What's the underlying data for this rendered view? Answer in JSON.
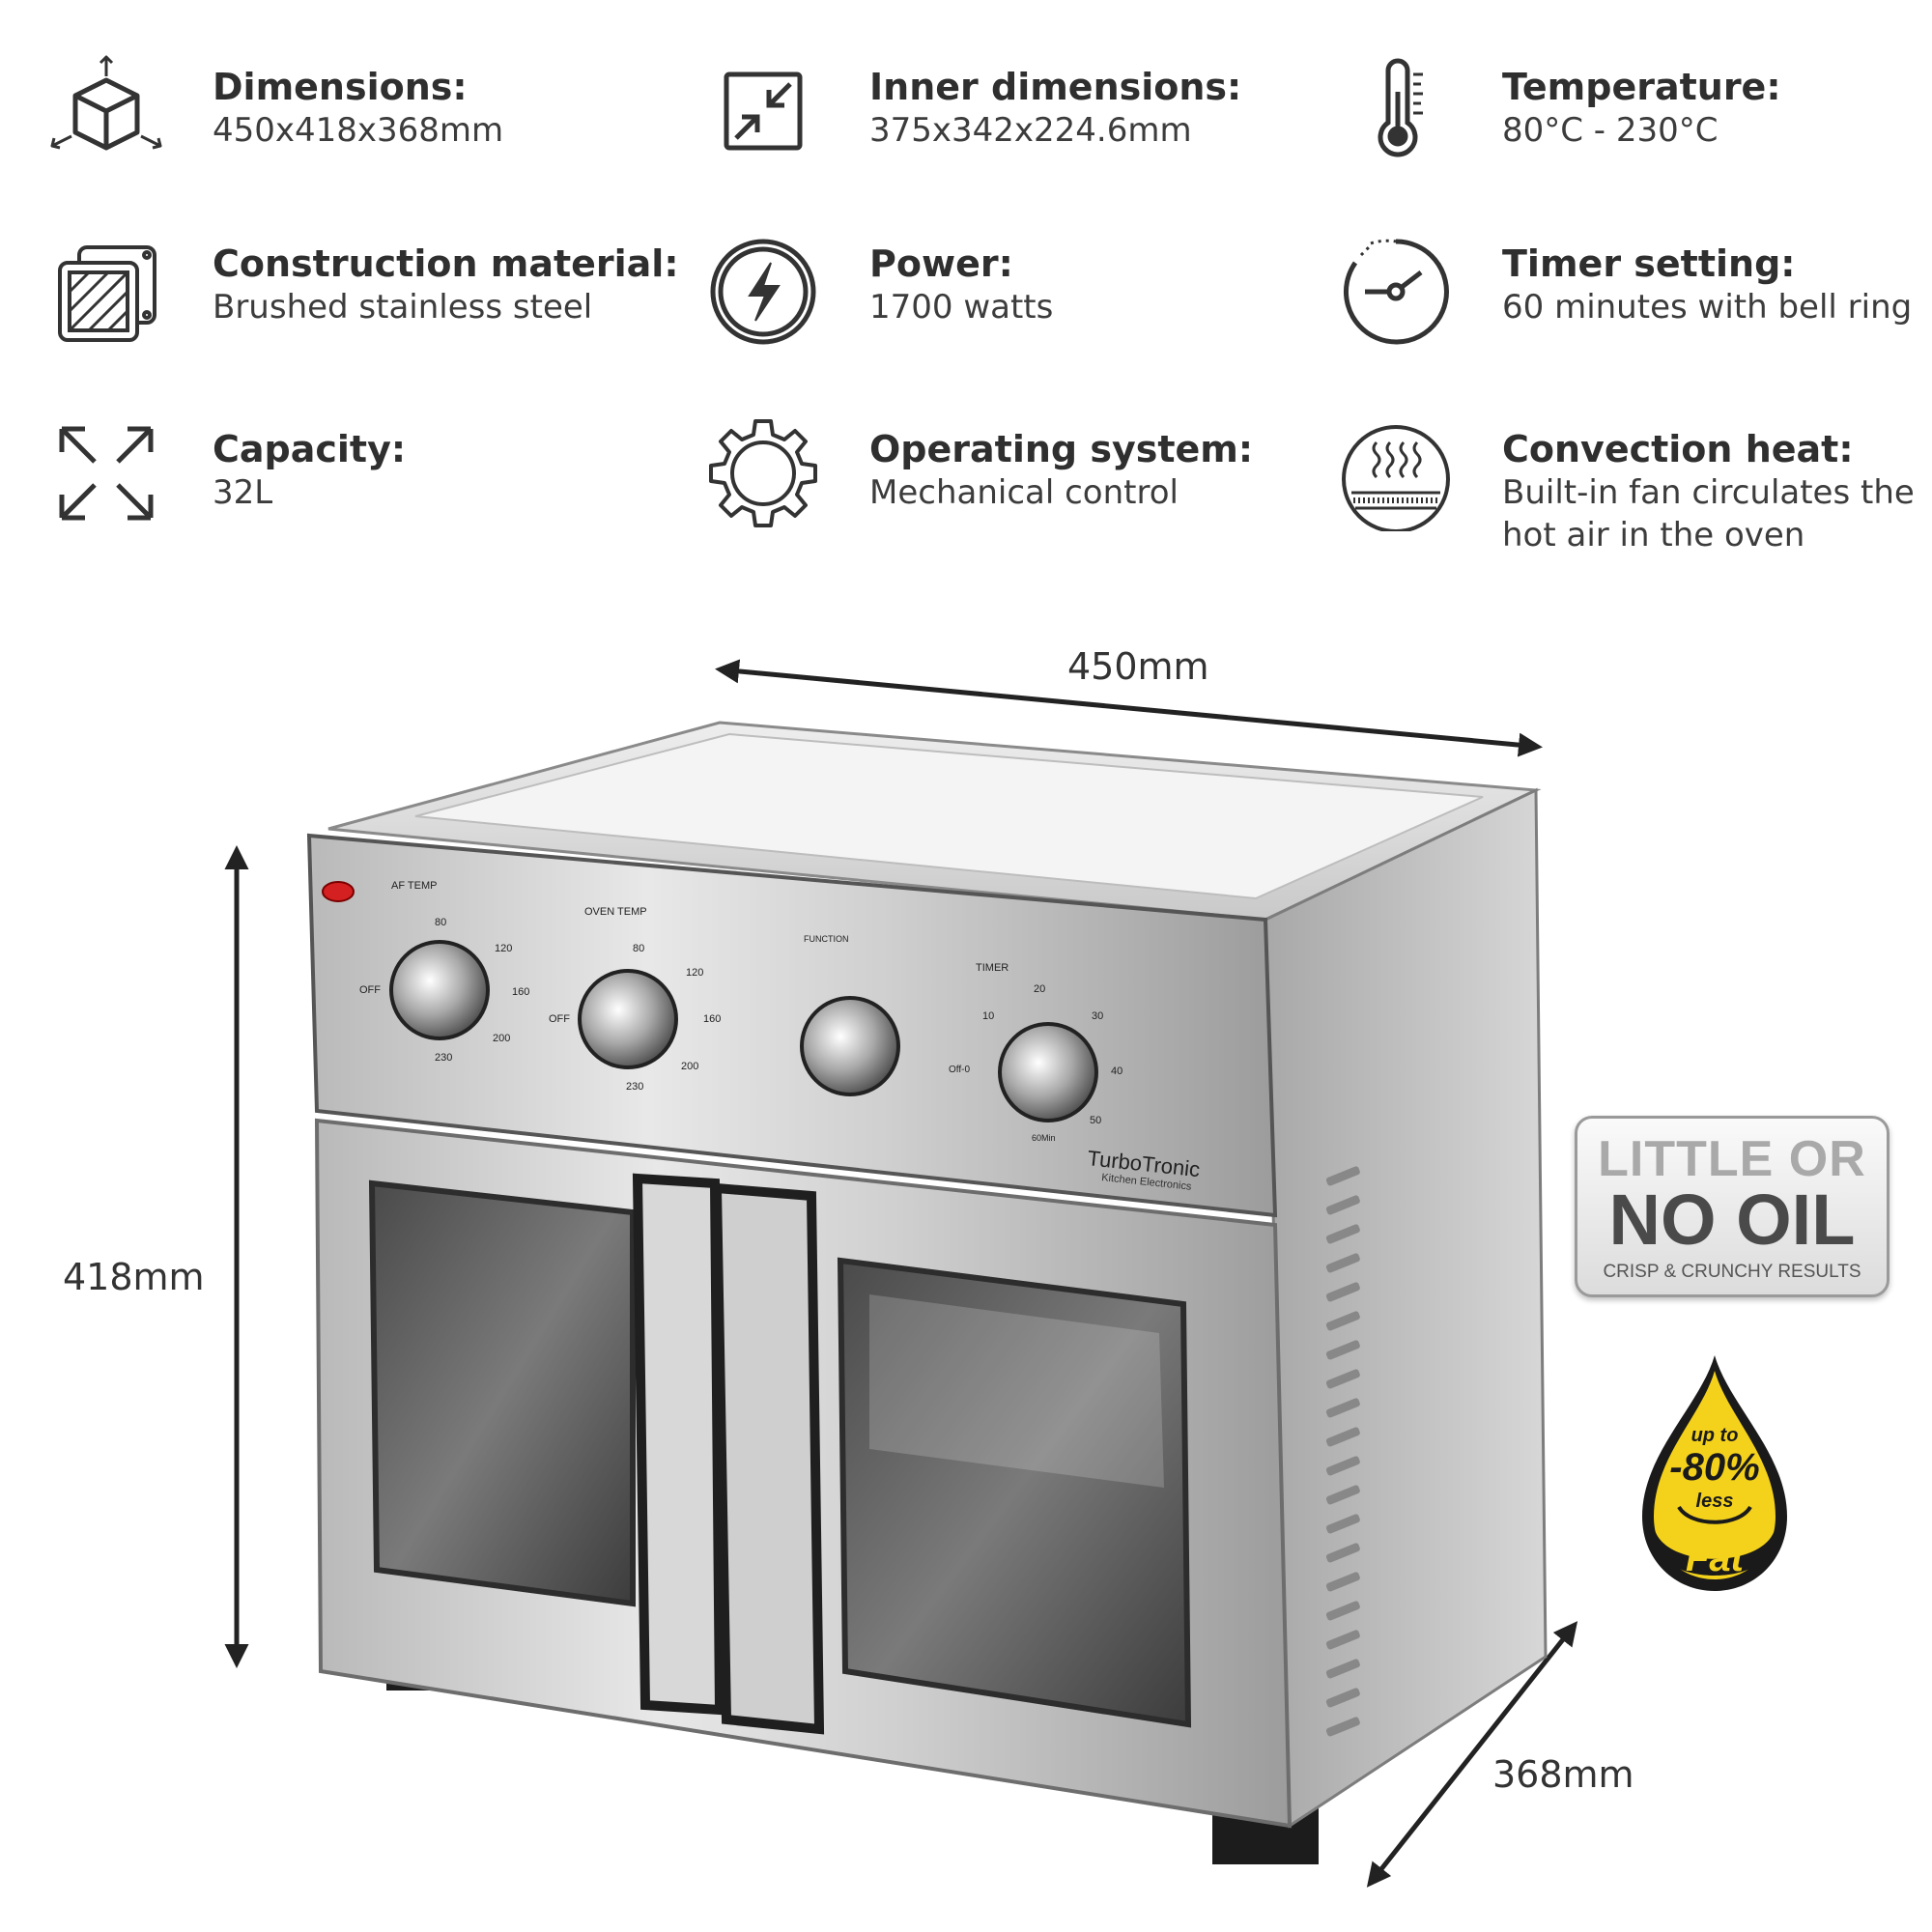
{
  "specs": [
    {
      "label": "Dimensions:",
      "value": "450x418x368mm",
      "icon": "cube-dimensions-icon"
    },
    {
      "label": "Inner dimensions:",
      "value": "375x342x224.6mm",
      "icon": "inward-arrows-icon"
    },
    {
      "label": "Temperature:",
      "value": "80°C - 230°C",
      "icon": "thermometer-icon"
    },
    {
      "label": "Construction material:",
      "value": "Brushed stainless steel",
      "icon": "steel-plates-icon"
    },
    {
      "label": "Power:",
      "value": "1700 watts",
      "icon": "lightning-bolt-icon"
    },
    {
      "label": "Timer setting:",
      "value": "60 minutes with bell ring",
      "icon": "timer-dial-icon"
    },
    {
      "label": "Capacity:",
      "value": "32L",
      "icon": "expand-arrows-icon"
    },
    {
      "label": "Operating system:",
      "value": "Mechanical control",
      "icon": "gear-icon"
    },
    {
      "label": "Convection heat:",
      "value": "Built-in fan circulates the",
      "value2": "hot air in the oven",
      "icon": "convection-heat-icon"
    }
  ],
  "dimensions": {
    "width": "450mm",
    "height": "418mm",
    "depth": "368mm"
  },
  "oven": {
    "brand": "TurboTronic",
    "brand_sub": "Kitchen Electronics",
    "knob_labels": [
      "AF TEMP",
      "OVEN TEMP",
      "FUNCTION",
      "TIMER"
    ],
    "af_temp_ticks": [
      "80",
      "120",
      "160",
      "200",
      "230",
      "OFF"
    ],
    "oven_temp_ticks": [
      "80",
      "120",
      "160",
      "200",
      "230",
      "OFF"
    ],
    "timer_ticks": [
      "10",
      "20",
      "30",
      "40",
      "50",
      "60Min",
      "Off-0"
    ]
  },
  "badge": {
    "line1": "LITTLE OR",
    "line2": "NO OIL",
    "line3": "CRISP & CRUNCHY RESULTS"
  },
  "drop": {
    "line1": "up to",
    "line2": "-80%",
    "line3": "less",
    "line4": "Fat",
    "color": "#f4d21c"
  }
}
